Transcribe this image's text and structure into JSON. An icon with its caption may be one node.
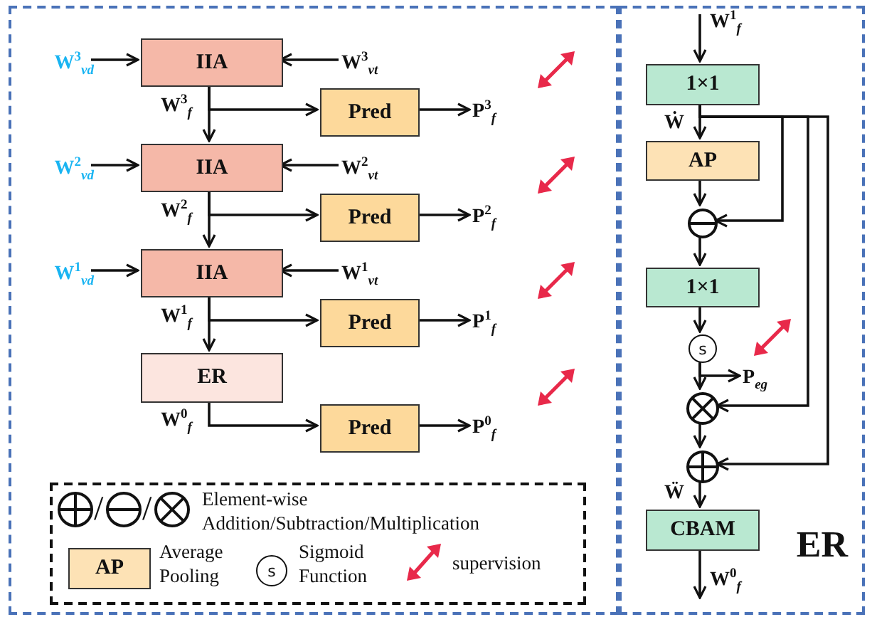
{
  "diagram": {
    "nodes": [
      {
        "text": [],
        "shape": "box"
      },
      {
        "text": [
          "ER"
        ]
      },
      {
        "text": [
          "W$^{3}$$_{vd}$"
        ],
        "in": 0
      },
      {
        "text": [
          "IIA"
        ],
        "in": 0
      },
      {
        "text": [
          "W$^{3}$$_{vt}$"
        ],
        "in": 0
      },
      {
        "text": [
          "Pred"
        ],
        "in": 0
      },
      {
        "text": [
          "P$^{3}$$_{f}$"
        ],
        "in": 0
      },
      {
        "text": [
          "W$^{2}$$_{vd}$"
        ],
        "in": 0
      },
      {
        "text": [
          "IIA"
        ],
        "in": 0
      },
      {
        "text": [
          "W$^{2}$$_{vt}$"
        ],
        "in": 0
      },
      {
        "text": [
          "Pred"
        ],
        "in": 0
      },
      {
        "text": [
          "P$^{2}$$_{f}$"
        ],
        "in": 0
      },
      {
        "text": [
          "W$^{1}$$_{vd}$"
        ],
        "in": 0
      },
      {
        "text": [
          "IIA"
        ],
        "in": 0
      },
      {
        "text": [
          "W$^{1}$$_{vt}$"
        ],
        "in": 0
      },
      {
        "text": [
          "Pred"
        ],
        "in": 0
      },
      {
        "text": [
          "P$^{1}$$_{f}$"
        ],
        "in": 0
      },
      {
        "text": [
          "ER"
        ],
        "in": 0
      },
      {
        "text": [
          "Pred"
        ],
        "in": 0
      },
      {
        "text": [
          "P$^{0}$$_{f}$"
        ],
        "in": 0
      },
      {
        "text": [],
        "shape": "box",
        "in": 0
      },
      {
        "text": [
          "AP"
        ],
        "in": 20
      },
      {
        "text": [
          "s"
        ],
        "in": 20
      },
      {
        "text": [
          "1×1"
        ],
        "in": 1
      },
      {
        "text": [
          "AP"
        ],
        "in": 1
      },
      {
        "text": [],
        "shape": "circle",
        "in": 1
      },
      {
        "text": [
          "1×1"
        ],
        "in": 1
      },
      {
        "text": [
          "s"
        ],
        "in": 1
      },
      {
        "text": [
          "P$_{eg}$"
        ],
        "in": 1
      },
      {
        "text": [],
        "shape": "circle",
        "in": 1
      },
      {
        "text": [],
        "shape": "circle",
        "in": 1
      },
      {
        "text": [
          "CBAM"
        ],
        "in": 1
      }
    ],
    "edges": [
      {
        "from": 2,
        "to": 3,
        "arrow": "to"
      },
      {
        "from": 4,
        "to": 3,
        "arrow": "to"
      },
      {
        "from": 3,
        "to": 8,
        "arrow": "to",
        "label": "W$^{3}$$_{f}$"
      },
      {
        "from": 3,
        "to": 5,
        "arrow": "to"
      },
      {
        "from": 5,
        "to": 6,
        "arrow": "to"
      },
      {
        "from": 7,
        "to": 8,
        "arrow": "to"
      },
      {
        "from": 9,
        "to": 8,
        "arrow": "to"
      },
      {
        "from": 8,
        "to": 13,
        "arrow": "to",
        "label": "W$^{2}$$_{f}$"
      },
      {
        "from": 8,
        "to": 10,
        "arrow": "to"
      },
      {
        "from": 10,
        "to": 11,
        "arrow": "to"
      },
      {
        "from": 12,
        "to": 13,
        "arrow": "to"
      },
      {
        "from": 14,
        "to": 13,
        "arrow": "to"
      },
      {
        "from": 13,
        "to": 17,
        "arrow": "to",
        "label": "W$^{1}$$_{f}$"
      },
      {
        "from": 13,
        "to": 15,
        "arrow": "to"
      },
      {
        "from": 15,
        "to": 16,
        "arrow": "to"
      },
      {
        "from": 17,
        "to": 18,
        "arrow": "to",
        "label": "W$^{0}$$_{f}$"
      },
      {
        "from": 18,
        "to": 19,
        "arrow": "to"
      },
      {
        "from": null,
        "to": 23,
        "arrow": "to",
        "label": "W$^{1}$$_{f}$"
      },
      {
        "from": 23,
        "to": 24,
        "arrow": "to",
        "label": "Ẇ"
      },
      {
        "from": 23,
        "to": 25,
        "arrow": "to"
      },
      {
        "from": 23,
        "to": 29,
        "arrow": "to"
      },
      {
        "from": 23,
        "to": 30,
        "arrow": "to"
      },
      {
        "from": 24,
        "to": 25,
        "arrow": "to"
      },
      {
        "from": 25,
        "to": 26,
        "arrow": "to"
      },
      {
        "from": 26,
        "to": 27,
        "arrow": "to"
      },
      {
        "from": 27,
        "to": 28,
        "arrow": "to"
      },
      {
        "from": 27,
        "to": 29,
        "arrow": "to"
      },
      {
        "from": 29,
        "to": 30,
        "arrow": "to"
      },
      {
        "from": 30,
        "to": 31,
        "arrow": "to",
        "label": "Ẅ"
      },
      {
        "from": 31,
        "to": null,
        "arrow": "to",
        "label": "W$^{0}$$_{f}$"
      }
    ],
    "labels": [
      "/",
      "/"
    ],
    "legend": [
      {
        "text": "Element-wise Addition/Subtraction/Multiplication"
      },
      {
        "text": "Average Pooling"
      },
      {
        "text": "Sigmoid Function"
      },
      {
        "text": "supervision"
      }
    ]
  }
}
